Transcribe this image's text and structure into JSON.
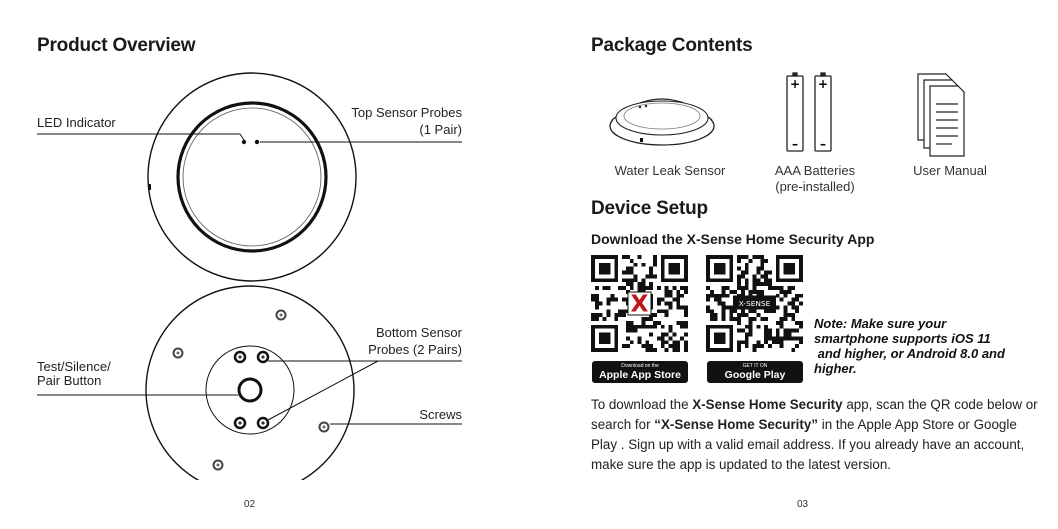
{
  "left": {
    "title": "Product Overview",
    "labels": {
      "led": "LED Indicator",
      "top_probes_1": "Top Sensor Probes",
      "top_probes_2": "(1 Pair)",
      "test_1": "Test/Silence/",
      "test_2": "Pair Button",
      "bottom_probes_1": "Bottom Sensor",
      "bottom_probes_2": "Probes (2 Pairs)",
      "screws": "Screws"
    },
    "page_number": "02"
  },
  "right": {
    "package_title": "Package Contents",
    "package_items": [
      {
        "label": "Water Leak Sensor",
        "label2": ""
      },
      {
        "label": "AAA Batteries",
        "label2": "(pre-installed)"
      },
      {
        "label": "User Manual",
        "label2": ""
      }
    ],
    "battery_plus": "+",
    "battery_minus": "–",
    "setup_title": "Device Setup",
    "download_title": "Download the X-Sense Home Security App",
    "app_store_small": "Download on the",
    "app_store_big": "Apple App Store",
    "google_small": "GET IT ON",
    "google_big": "Google Play",
    "qr2_center": "X-SENSE",
    "note": "Note: Make sure your smartphone supports iOS 11 and higher, or Android 8.0 and higher.",
    "note_lines": [
      "Note: Make sure your",
      "smartphone supports iOS 11",
      " and higher, or Android 8.0 and",
      "higher."
    ],
    "para": {
      "p1": "To download the ",
      "app_name": "X-Sense Home Security",
      "p2": " app, scan the QR code below or search for ",
      "search_term": "“X-Sense Home Security”",
      "p3": " in the Apple App Store or Google Play . Sign up with a valid email address. If you already have an account, make sure the app is updated to the latest version."
    },
    "page_number": "03"
  }
}
